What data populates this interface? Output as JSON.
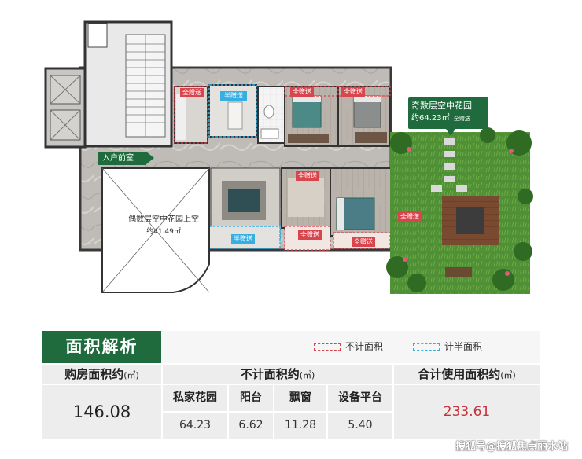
{
  "floor_plan": {
    "labels": {
      "entry": "入户前室",
      "even_garden_line1": "偶数层空中花园上空",
      "even_garden_line2": "约41.49㎡",
      "odd_garden_title": "奇数层空中花园",
      "odd_garden_area": "约64.23㎡",
      "odd_garden_note": "全赠送"
    },
    "tags": {
      "full_gift": "全赠送",
      "half_gift": "半赠送"
    },
    "colors": {
      "full_gift": "#d8454d",
      "half_gift": "#37aee0",
      "brand_green": "#1f6b3d"
    }
  },
  "area_table": {
    "title": "面积解析",
    "legend": {
      "not_counted": "不计面积",
      "half_counted": "计半面积"
    },
    "headers": {
      "purchase_area": "购房面积约",
      "purchase_unit": "(㎡)",
      "not_counted_area": "不计面积约",
      "not_counted_unit": "(㎡)",
      "total_usable": "合计使用面积约",
      "total_unit": "(㎡)"
    },
    "sub_headers": [
      "私家花园",
      "阳台",
      "飘窗",
      "设备平台"
    ],
    "values": {
      "purchase_area": "146.08",
      "sub_values": [
        "64.23",
        "6.62",
        "11.28",
        "5.40"
      ],
      "total_usable": "233.61"
    }
  },
  "watermark": "搜狐号@搜狐焦点丽水站"
}
